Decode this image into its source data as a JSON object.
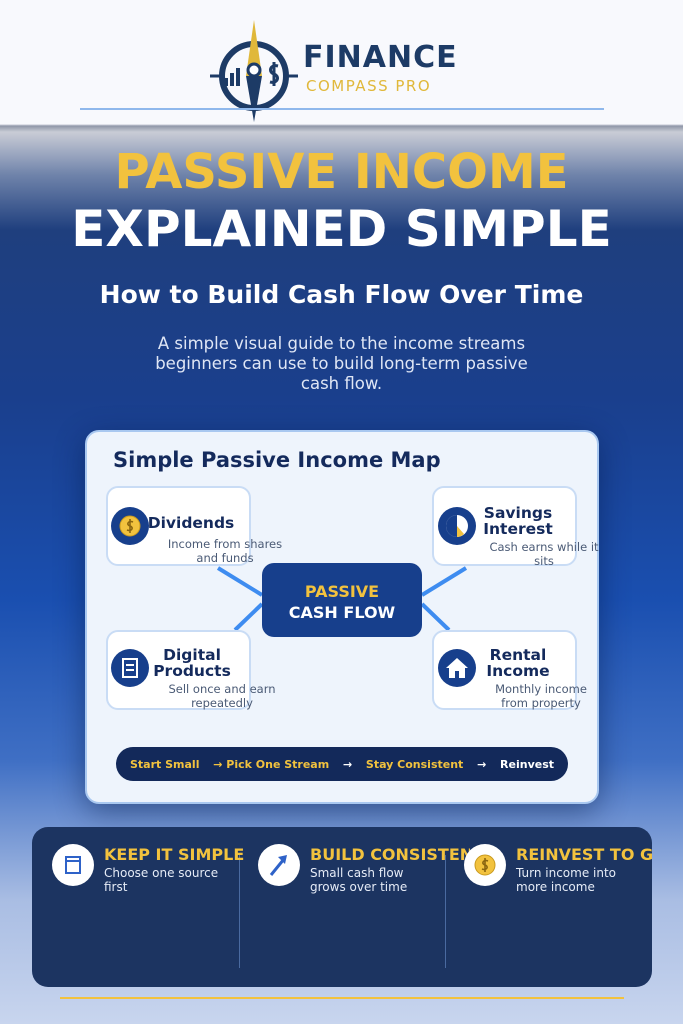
{
  "brand": {
    "name_line1": "FINANCE",
    "name_line2": "COMPASS PRO",
    "colors": {
      "navy": "#1d3b66",
      "gold": "#e0b83a"
    }
  },
  "hero": {
    "title_line1": "PASSIVE INCOME",
    "title_line2": "EXPLAINED SIMPLE",
    "subtitle": "How to Build Cash Flow Over Time",
    "description": "A simple visual guide to the income streams beginners can use to build long-term passive cash flow."
  },
  "map": {
    "title": "Simple Passive Income Map",
    "center": {
      "line1": "PASSIVE",
      "line2": "CASH FLOW"
    },
    "nodes": [
      {
        "title": "Dividends",
        "desc": "Income from shares and funds",
        "icon": "coin-icon"
      },
      {
        "title": "Savings Interest",
        "desc": "Cash earns while it sits",
        "icon": "pie-chart-icon"
      },
      {
        "title": "Digital Products",
        "desc": "Sell once and earn repeatedly",
        "icon": "document-icon"
      },
      {
        "title": "Rental Income",
        "desc": "Monthly income from property",
        "icon": "house-icon"
      }
    ],
    "steps": [
      "Start Small",
      "→ Pick One Stream",
      "→",
      "Stay Consistent",
      "→",
      "Reinvest"
    ]
  },
  "tips": [
    {
      "title": "KEEP IT SIMPLE",
      "desc": "Choose one source first",
      "icon": "window-icon"
    },
    {
      "title": "BUILD CONSISTEN",
      "desc": "Small cash flow grows over time",
      "icon": "growth-arrow-icon"
    },
    {
      "title": "REINVEST TO G",
      "desc": "Turn income into more income",
      "icon": "coin-icon"
    }
  ]
}
